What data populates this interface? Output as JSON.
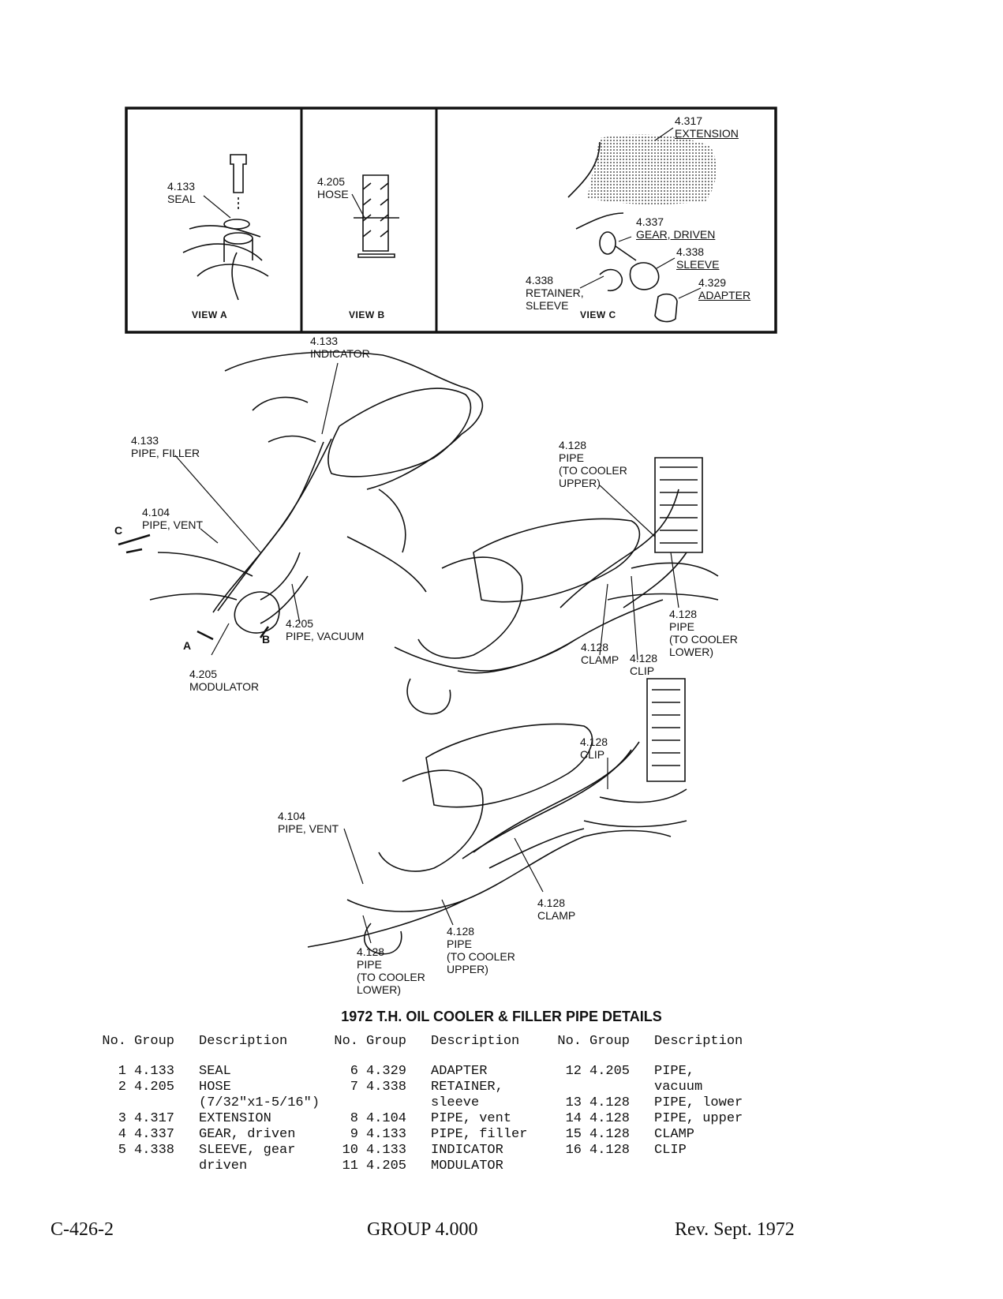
{
  "views": {
    "view_a": {
      "label": "VIEW A",
      "callouts": [
        {
          "lines": [
            "4.133",
            "SEAL"
          ]
        }
      ]
    },
    "view_b": {
      "label": "VIEW B",
      "callouts": [
        {
          "lines": [
            "4.205",
            "HOSE"
          ]
        }
      ]
    },
    "view_c": {
      "label": "VIEW C",
      "callouts": [
        {
          "lines": [
            "4.317",
            "EXTENSION"
          ]
        },
        {
          "lines": [
            "4.337",
            "GEAR, DRIVEN"
          ]
        },
        {
          "lines": [
            "4.338",
            "SLEEVE"
          ]
        },
        {
          "lines": [
            "4.338",
            "RETAINER,",
            "SLEEVE"
          ]
        },
        {
          "lines": [
            "4.329",
            "ADAPTER"
          ]
        }
      ]
    }
  },
  "main_callouts": [
    {
      "lines": [
        "4.133",
        "INDICATOR"
      ]
    },
    {
      "lines": [
        "4.133",
        "PIPE, FILLER"
      ]
    },
    {
      "lines": [
        "4.104",
        "PIPE, VENT"
      ]
    },
    {
      "lines": [
        "C"
      ]
    },
    {
      "lines": [
        "A"
      ]
    },
    {
      "lines": [
        "B"
      ]
    },
    {
      "lines": [
        "4.205",
        "PIPE, VACUUM"
      ]
    },
    {
      "lines": [
        "4.205",
        "MODULATOR"
      ]
    },
    {
      "lines": [
        "4.128",
        "PIPE",
        "(TO COOLER",
        "UPPER)"
      ]
    },
    {
      "lines": [
        "4.128",
        "PIPE",
        "(TO COOLER",
        "LOWER)"
      ]
    },
    {
      "lines": [
        "4.128",
        "CLAMP"
      ]
    },
    {
      "lines": [
        "4.128",
        "CLIP"
      ]
    },
    {
      "lines": [
        "4.128",
        "CLIP"
      ]
    },
    {
      "lines": [
        "4.104",
        "PIPE, VENT"
      ]
    },
    {
      "lines": [
        "4.128",
        "CLAMP"
      ]
    },
    {
      "lines": [
        "4.128",
        "PIPE",
        "(TO COOLER",
        "UPPER)"
      ]
    },
    {
      "lines": [
        "4.128",
        "PIPE",
        "(TO COOLER",
        "LOWER)"
      ]
    }
  ],
  "title": "1972 T.H. OIL COOLER & FILLER PIPE DETAILS",
  "table": {
    "headers": {
      "no": "No.",
      "group": "Group",
      "description": "Description"
    },
    "columns": [
      [
        {
          "no": "1",
          "group": "4.133",
          "desc": [
            "SEAL"
          ]
        },
        {
          "no": "2",
          "group": "4.205",
          "desc": [
            "HOSE",
            "(7/32\"x1-5/16\")"
          ]
        },
        {
          "no": "3",
          "group": "4.317",
          "desc": [
            "EXTENSION"
          ]
        },
        {
          "no": "4",
          "group": "4.337",
          "desc": [
            "GEAR, driven"
          ]
        },
        {
          "no": "5",
          "group": "4.338",
          "desc": [
            "SLEEVE, gear",
            "driven"
          ]
        }
      ],
      [
        {
          "no": "6",
          "group": "4.329",
          "desc": [
            "ADAPTER"
          ]
        },
        {
          "no": "7",
          "group": "4.338",
          "desc": [
            "RETAINER,",
            "sleeve"
          ]
        },
        {
          "no": "8",
          "group": "4.104",
          "desc": [
            "PIPE, vent"
          ]
        },
        {
          "no": "9",
          "group": "4.133",
          "desc": [
            "PIPE, filler"
          ]
        },
        {
          "no": "10",
          "group": "4.133",
          "desc": [
            "INDICATOR"
          ]
        },
        {
          "no": "11",
          "group": "4.205",
          "desc": [
            "MODULATOR"
          ]
        }
      ],
      [
        {
          "no": "12",
          "group": "4.205",
          "desc": [
            "PIPE,",
            "vacuum"
          ]
        },
        {
          "no": "13",
          "group": "4.128",
          "desc": [
            "PIPE, lower"
          ]
        },
        {
          "no": "14",
          "group": "4.128",
          "desc": [
            "PIPE, upper"
          ]
        },
        {
          "no": "15",
          "group": "4.128",
          "desc": [
            "CLAMP"
          ]
        },
        {
          "no": "16",
          "group": "4.128",
          "desc": [
            "CLIP"
          ]
        }
      ]
    ]
  },
  "footer": {
    "left": "C-426-2",
    "center": "GROUP 4.000",
    "right": "Rev. Sept. 1972"
  }
}
